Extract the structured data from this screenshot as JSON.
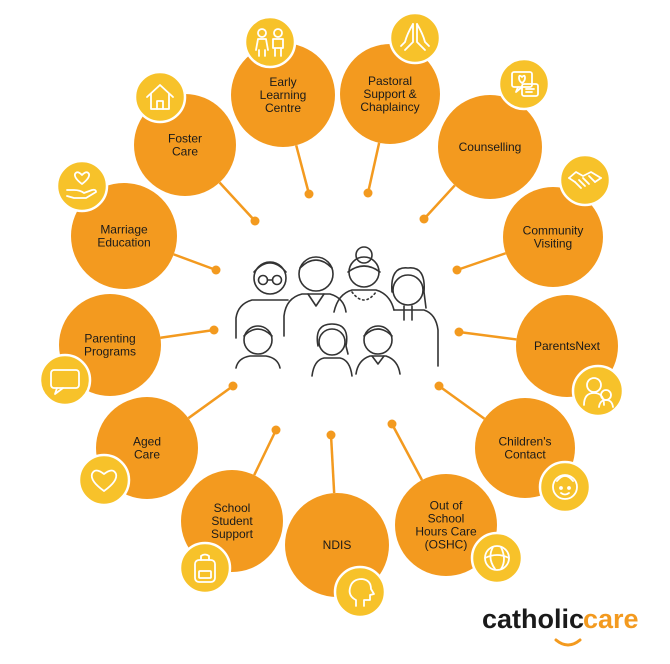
{
  "colors": {
    "node": "#f39a1f",
    "connector": "#f39a1f",
    "badge": "#f7c22a",
    "badge_stroke": "#ffffff",
    "text": "#1a1a1a",
    "family_line": "#333333",
    "logo_dark": "#1a1a1a",
    "logo_accent": "#f39a1f"
  },
  "center_icon": "family-group-icon",
  "logo": {
    "text_dark": "catholic",
    "text_accent": "care"
  },
  "services": [
    {
      "id": "early-learning-centre",
      "label_lines": [
        "Early",
        "Learning",
        "Centre"
      ],
      "icon": "children-icon"
    },
    {
      "id": "pastoral-support",
      "label_lines": [
        "Pastoral",
        "Support &",
        "Chaplaincy"
      ],
      "icon": "praying-hands-icon"
    },
    {
      "id": "counselling",
      "label_lines": [
        "Counselling"
      ],
      "icon": "chat-heart-icon"
    },
    {
      "id": "community-visiting",
      "label_lines": [
        "Community",
        "Visiting"
      ],
      "icon": "handshake-icon"
    },
    {
      "id": "parentsnext",
      "label_lines": [
        "ParentsNext"
      ],
      "icon": "parent-child-icon"
    },
    {
      "id": "childrens-contact",
      "label_lines": [
        "Children's",
        "Contact"
      ],
      "icon": "child-face-icon"
    },
    {
      "id": "oshc",
      "label_lines": [
        "Out of",
        "School",
        "Hours Care",
        "(OSHC)"
      ],
      "icon": "ball-icon"
    },
    {
      "id": "ndis",
      "label_lines": [
        "NDIS"
      ],
      "icon": "head-profile-icon"
    },
    {
      "id": "school-student-support",
      "label_lines": [
        "School",
        "Student",
        "Support"
      ],
      "icon": "backpack-icon"
    },
    {
      "id": "aged-care",
      "label_lines": [
        "Aged",
        "Care"
      ],
      "icon": "heart-icon"
    },
    {
      "id": "parenting-programs",
      "label_lines": [
        "Parenting",
        "Programs"
      ],
      "icon": "speech-bubble-icon"
    },
    {
      "id": "marriage-education",
      "label_lines": [
        "Marriage",
        "Education"
      ],
      "icon": "hand-heart-icon"
    },
    {
      "id": "foster-care",
      "label_lines": [
        "Foster",
        "Care"
      ],
      "icon": "house-icon"
    }
  ]
}
